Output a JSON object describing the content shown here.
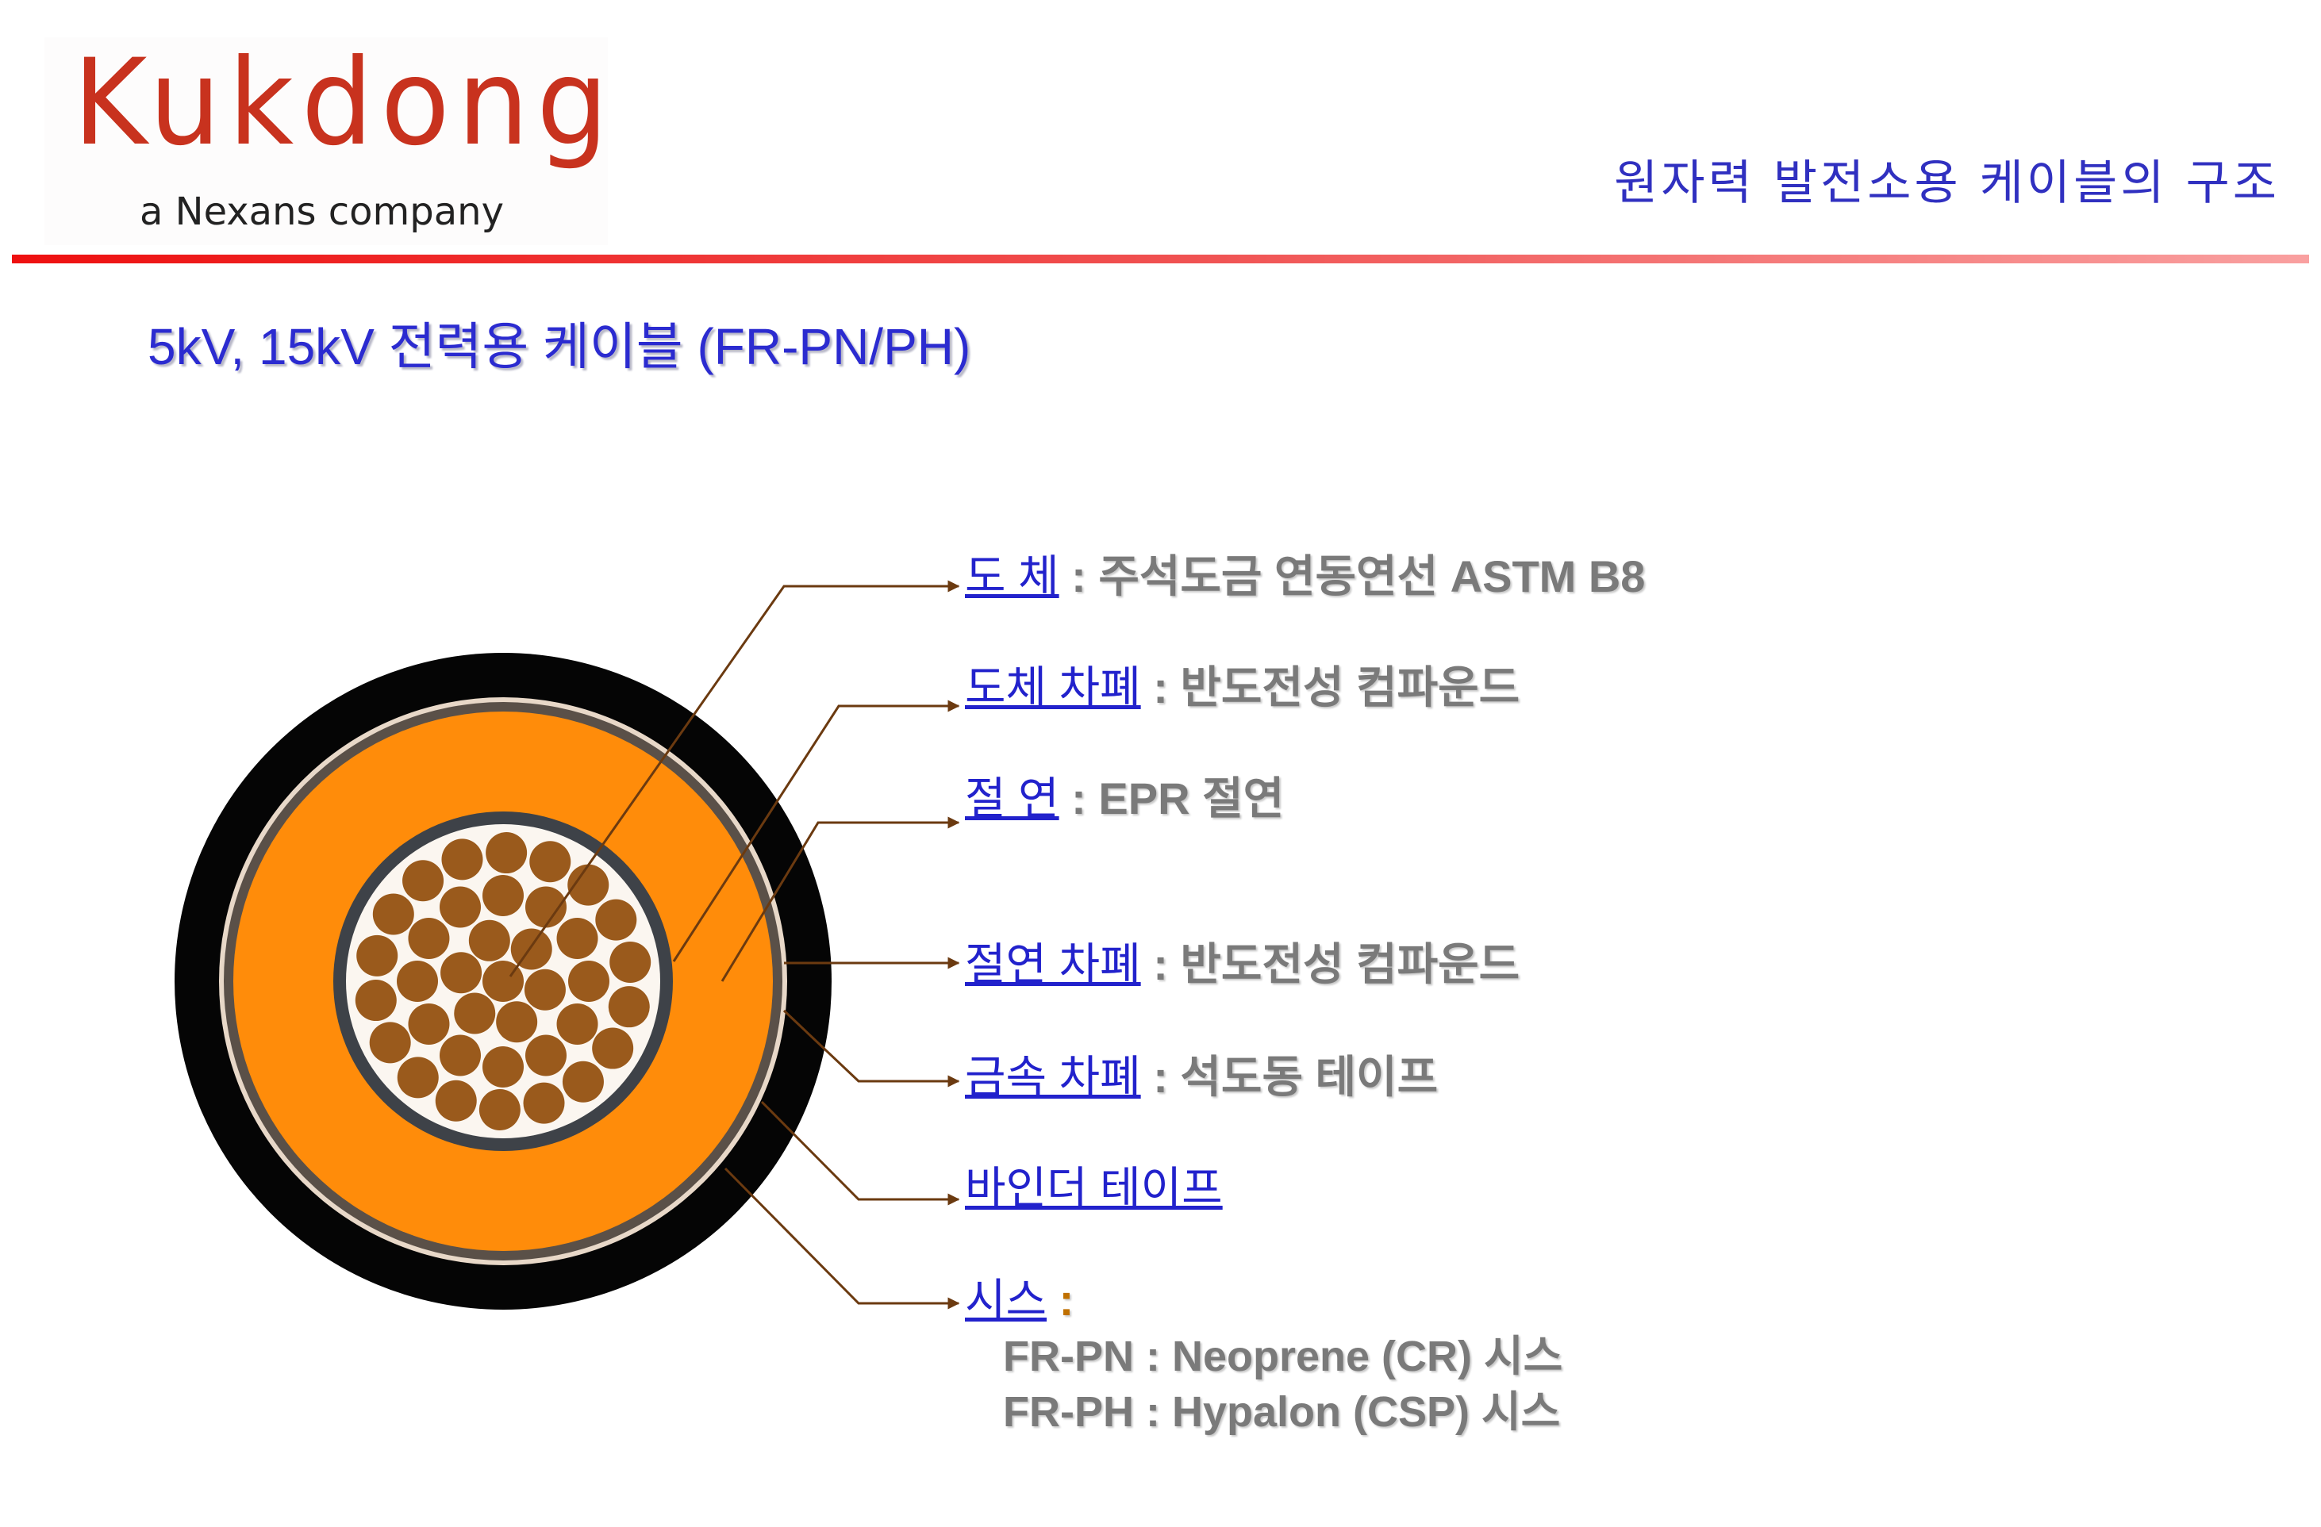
{
  "logo": {
    "brand": "Kukdong",
    "tagline": "a Nexans company"
  },
  "header": {
    "title": "원자력 발전소용 케이블의 구조"
  },
  "subtitle": "5kV, 15kV 전력용 케이블 (FR-PN/PH)",
  "colors": {
    "accent_red": "#ee1010",
    "link_blue": "#2222cc",
    "insulation_orange": "#ff8c0a",
    "leader_brown": "#6b3a10"
  },
  "labels": [
    {
      "term": "도 체",
      "sep": " : ",
      "desc": "주석도금 연동연선 ASTM B8"
    },
    {
      "term": "도체 차폐",
      "sep": " : ",
      "desc": "반도전성 컴파운드"
    },
    {
      "term": "절 연",
      "sep": " : ",
      "desc": "EPR 절연"
    },
    {
      "term": "절연 차폐",
      "sep": " : ",
      "desc": "반도전성 컴파운드"
    },
    {
      "term": "금속 차폐",
      "sep": " : ",
      "desc": "석도동 테이프"
    },
    {
      "term": "바인더 테이프",
      "sep": "",
      "desc": ""
    },
    {
      "term": "시스",
      "sep": " :",
      "desc": ""
    }
  ],
  "sheath_types": [
    "FR-PN : Neoprene (CR) 시스",
    "FR-PH : Hypalon (CSP) 시스"
  ]
}
